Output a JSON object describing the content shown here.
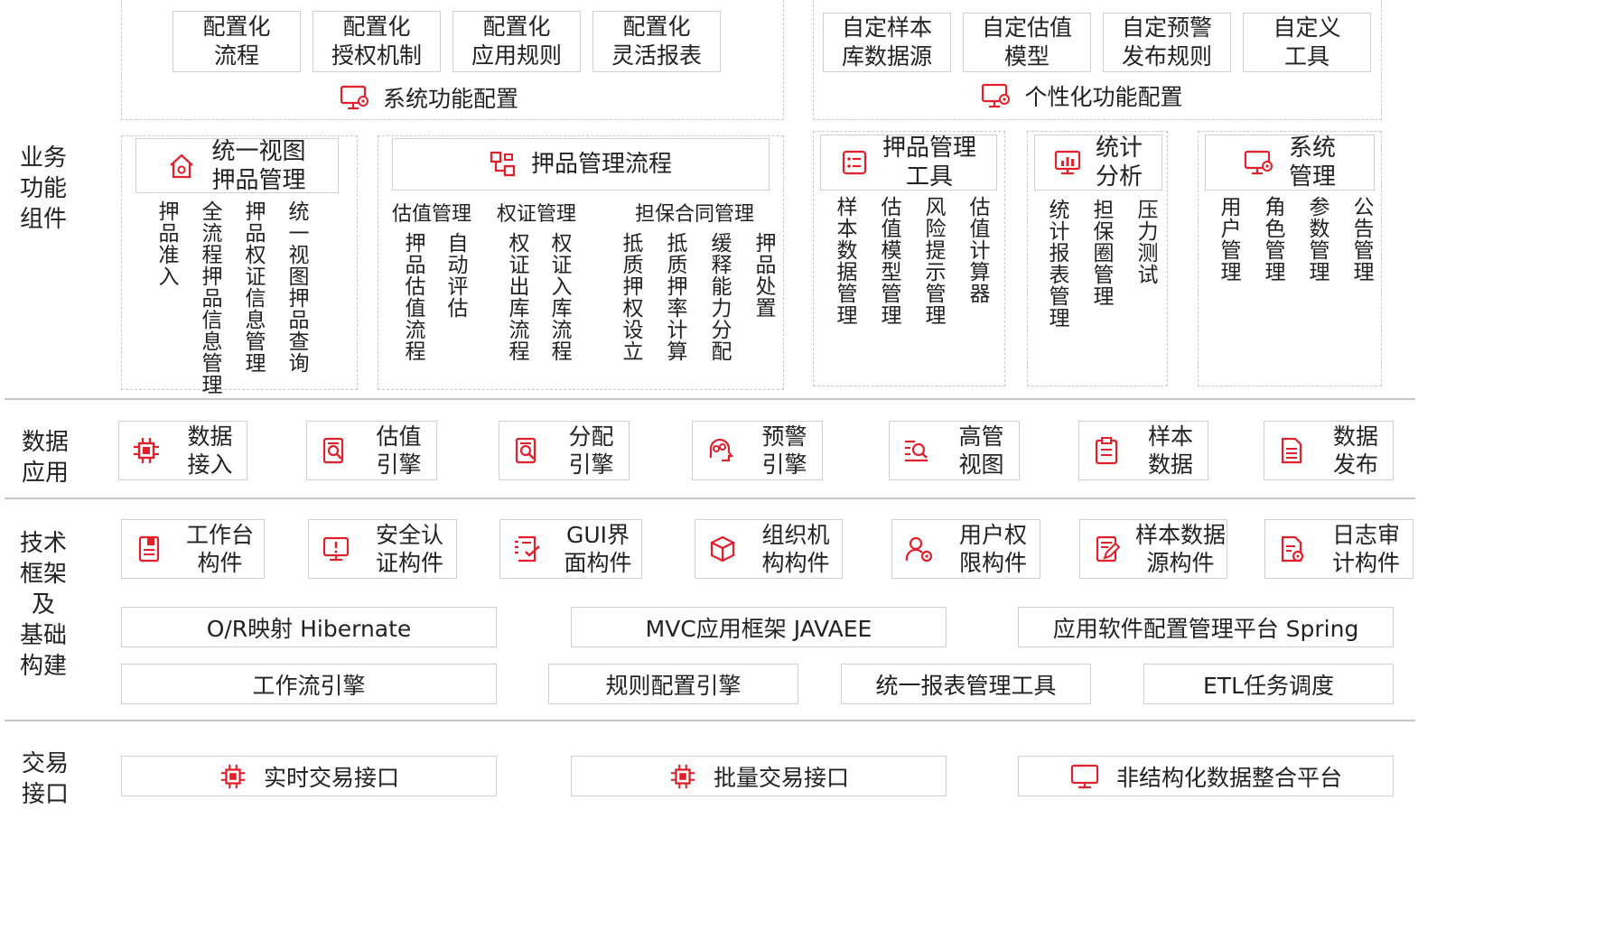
{
  "colors": {
    "accent": "#e0202a",
    "border": "#cfcfcf",
    "dash": "#c8c8c8"
  },
  "rows": {
    "business": "业务\n功能\n组件",
    "data_app": "数据\n应用",
    "tech": "技术\n框架\n及\n基础\n构建",
    "trade": "交易\n接口"
  },
  "sys_config": {
    "items": [
      "配置化\n流程",
      "配置化\n授权机制",
      "配置化\n应用规则",
      "配置化\n灵活报表"
    ],
    "caption": "系统功能配置",
    "icon": "monitor-gear-icon"
  },
  "personal_config": {
    "items": [
      "自定样本\n库数据源",
      "自定估值\n模型",
      "自定预警\n发布规则",
      "自定义\n工具"
    ],
    "caption": "个性化功能配置",
    "icon": "monitor-gear-icon"
  },
  "unified_view": {
    "title": "统一视图\n押品管理",
    "icon": "house-gear-icon",
    "items": [
      "押品准入",
      "全流程押品信息管理",
      "押品权证信息管理",
      "统一视图押品查询"
    ]
  },
  "collateral_flow": {
    "title": "押品管理流程",
    "icon": "flow-icon",
    "groups": [
      {
        "label": "估值管理",
        "items": [
          "押品估值流程",
          "自动评估"
        ]
      },
      {
        "label": "权证管理",
        "items": [
          "权证出库流程",
          "权证入库流程"
        ]
      },
      {
        "label": "担保合同管理",
        "items": [
          "抵质押权设立",
          "抵质押率计算",
          "缓释能力分配",
          "押品处置"
        ]
      }
    ]
  },
  "tools": {
    "title": "押品管理\n工具",
    "icon": "checklist-icon",
    "items": [
      "样本数据管理",
      "估值模型管理",
      "风险提示管理",
      "估值计算器"
    ]
  },
  "stats": {
    "title": "统计\n分析",
    "icon": "bar-chart-icon",
    "items": [
      "统计报表管理",
      "担保圈管理",
      "压力测试"
    ]
  },
  "sysmgmt": {
    "title": "系统\n管理",
    "icon": "monitor-gear-icon",
    "items": [
      "用户管理",
      "角色管理",
      "参数管理",
      "公告管理"
    ]
  },
  "data_tiles": [
    {
      "label": "数据\n接入",
      "icon": "chip-icon"
    },
    {
      "label": "估值\n引擎",
      "icon": "doc-search-icon"
    },
    {
      "label": "分配\n引擎",
      "icon": "doc-search-icon"
    },
    {
      "label": "预警\n引擎",
      "icon": "brain-gear-icon"
    },
    {
      "label": "高管\n视图",
      "icon": "list-search-icon"
    },
    {
      "label": "样本\n数据",
      "icon": "clipboard-icon"
    },
    {
      "label": "数据\n发布",
      "icon": "document-icon"
    }
  ],
  "tech_tiles": [
    {
      "label": "工作台\n构件",
      "icon": "notebook-icon"
    },
    {
      "label": "安全认\n证构件",
      "icon": "monitor-alert-icon"
    },
    {
      "label": "GUI界\n面构件",
      "icon": "checklist-doc-icon"
    },
    {
      "label": "组织机\n构构件",
      "icon": "cube-icon"
    },
    {
      "label": "用户权\n限构件",
      "icon": "user-gear-icon"
    },
    {
      "label": "样本数据\n源构件",
      "icon": "doc-edit-icon"
    },
    {
      "label": "日志审\n计构件",
      "icon": "doc-gear-icon"
    }
  ],
  "framework_row1": [
    "O/R映射 Hibernate",
    "MVC应用框架 JAVAEE",
    "应用软件配置管理平台 Spring"
  ],
  "framework_row2": [
    "工作流引擎",
    "规则配置引擎",
    "统一报表管理工具",
    "ETL任务调度"
  ],
  "interfaces": [
    {
      "label": "实时交易接口",
      "icon": "chip-icon"
    },
    {
      "label": "批量交易接口",
      "icon": "chip-icon"
    },
    {
      "label": "非结构化数据整合平台",
      "icon": "monitor-icon"
    }
  ]
}
